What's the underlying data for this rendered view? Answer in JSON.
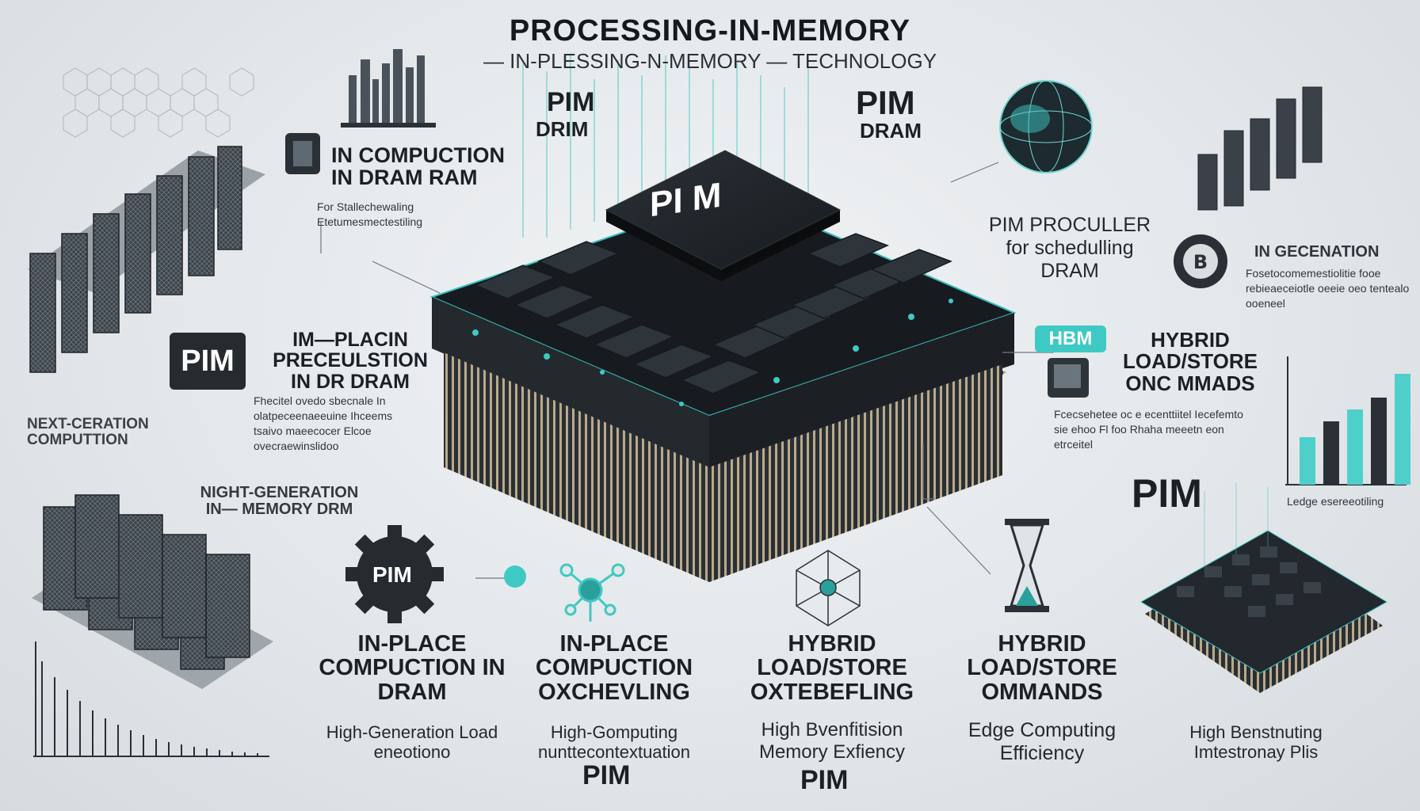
{
  "header": {
    "title": "PROCESSING-IN-MEMORY",
    "subtitle": "— IN-PLESSING-N-MEMORY — TECHNOLOGY"
  },
  "chip": {
    "label": "PI M"
  },
  "top_left": {
    "pim": "PIM",
    "dram": "DRIM"
  },
  "top_right": {
    "pim": "PIM",
    "dram": "DRAM"
  },
  "left_col": {
    "computation_title": "IN COMPUCTION IN DRAM RAM",
    "computation_sub": "For Stallechewaling Etetumesmectestiling",
    "badge": "PIM",
    "inplace_title": "IM—PLACIN PRECEULSTION IN DR DRAM",
    "inplace_desc": "Fhecitel ovedo sbecnale In olatpeceenaeeuine Ihceems tsaivo maeecocer Elcoe ovecraewinslidoo",
    "next_gen": "NEXT-CERATION COMPUTTION",
    "night_gen": "NIGHT-GENERATION IN— MEMORY DRM"
  },
  "right_col": {
    "controller": "PIM PROCULLER for schedulling DRAM",
    "in_generation": "IN GECENATION",
    "in_generation_desc": "Fosetocomemestiolitie fooe rebieaeceiotle oeeie oeo tentealo ooeneel",
    "hbm": "HBM",
    "hybrid_title": "HYBRID LOAD/STORE ONC MMADS",
    "hybrid_desc": "Fcecsehetee oc e ecenttiitel Iecefemto sie ehoo Fl foo Rhaha meeetn eon etrceitel",
    "pim_big": "PIM",
    "edge_caption": "Ledge esereeotiling"
  },
  "bottom": {
    "gear_label": "PIM",
    "col1_title": "IN-PLACE COMPUCTION IN DRAM",
    "col1_sub": "High-Generation Load eneotiono",
    "col2_title": "IN-PLACE COMPUCTION OXCHEVLING",
    "col2_sub": "High-Gomputing nunttecontextuation",
    "col2_pim": "PIM",
    "col3_title": "HYBRID LOAD/STORE OXTEBEFLING",
    "col3_sub": "High Bvenfitision Memory Exfiency",
    "col3_pim": "PIM",
    "col4_title": "HYBRID LOAD/STORE OMMANDS",
    "col4_sub": "Edge Computing Efficiency",
    "col5_sub": "High Benstnuting Imtestronay Plis"
  },
  "colors": {
    "accent": "#3fc9c4",
    "dark": "#1f2428",
    "bg": "#e6e9ec"
  },
  "decay_chart": {
    "values": [
      120,
      100,
      84,
      70,
      58,
      48,
      40,
      33,
      27,
      22,
      18,
      15,
      12,
      10,
      8,
      6,
      5,
      4
    ]
  },
  "bar_chart_right": {
    "values": [
      60,
      80,
      95,
      110,
      140
    ]
  }
}
